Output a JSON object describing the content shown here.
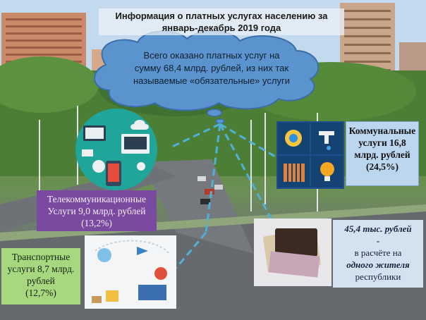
{
  "title": {
    "line1": "Информация о платных услугах населению за",
    "line2": "январь-декабрь 2019 года"
  },
  "cloud": {
    "line1": "Всего оказано платных  услуг на",
    "line2": "сумму 68,4 млрд. рублей, из них так",
    "line3": "называемые «обязательные» услуги"
  },
  "utilities": {
    "line1": "Коммунальные",
    "line2": "услуги 16,8",
    "line3": "млрд. рублей",
    "line4": "(24,5%)"
  },
  "telecom": {
    "line1": "Телекоммуникационные",
    "line2": "Услуги 9,0 млрд. рублей",
    "line3": "(13,2%)"
  },
  "transport": {
    "line1": "Транспортные",
    "line2": "услуги 8,7 млрд.",
    "line3": "рублей",
    "line4": "(12,7%)"
  },
  "per_resident": {
    "amount": "45,4 тыс. рублей",
    "dash": "-",
    "line1": "в расчёте на",
    "line2": "одного жителя",
    "line3": "республики"
  },
  "colors": {
    "telecom_box": "#7a4aa0",
    "transport_box": "#a7d77f",
    "utilities_box": "#bcd6ef",
    "cloud": "#5b93cf",
    "connector": "#4fb0d8"
  }
}
